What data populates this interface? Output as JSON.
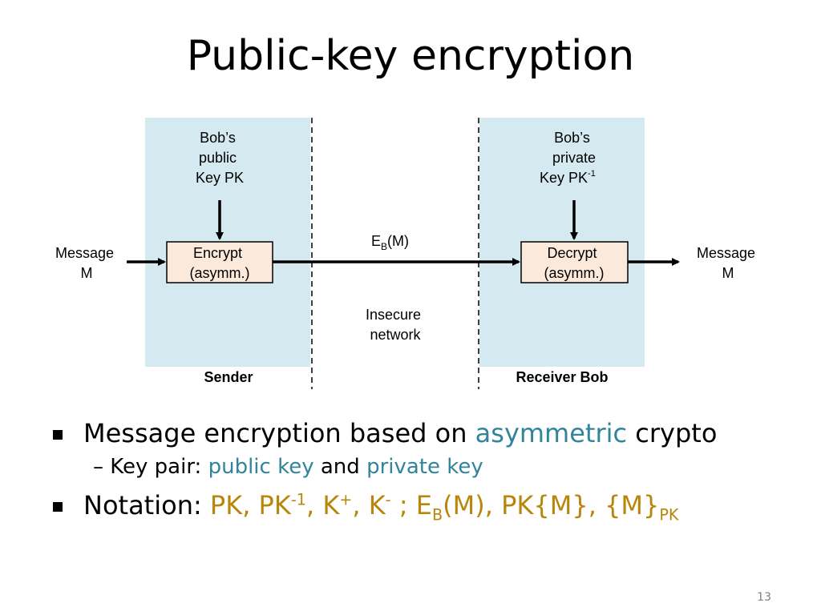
{
  "slide": {
    "title": "Public-key encryption",
    "page_number": "13"
  },
  "diagram": {
    "sender_key": [
      "Bob’s",
      "public",
      "Key PK"
    ],
    "receiver_key_lines": [
      "Bob’s",
      "private"
    ],
    "receiver_key_last": "Key PK",
    "receiver_key_sup": "-1",
    "message_left": [
      "Message",
      "M"
    ],
    "message_right": [
      "Message",
      "M"
    ],
    "encrypt_box": [
      "Encrypt",
      "(asymm.)"
    ],
    "decrypt_box": [
      "Decrypt",
      "(asymm.)"
    ],
    "channel_label_base": "E",
    "channel_label_sub": "B",
    "channel_label_rest": "(M)",
    "network_label": [
      "Insecure",
      "network"
    ],
    "sender_label": "Sender",
    "receiver_label": "Receiver Bob",
    "colors": {
      "panel": "#d5eaf0",
      "box": "#fbe9dc",
      "stroke": "#000000"
    }
  },
  "bullets": {
    "b1_text": "Message encryption based on ",
    "b1_highlight": "asymmetric",
    "b1_end": " crypto",
    "b2_dash": "–",
    "b2_text": "Key pair: ",
    "b2_hl1": "public key",
    "b2_mid": " and ",
    "b2_hl2": "private key",
    "b3_label": "Notation: ",
    "n_pk": "PK, PK",
    "n_pk_sup": "-1",
    "n_k": ", K",
    "n_k_sup": "+",
    "n_k2": ", K",
    "n_k2_sup": "-",
    "n_e": " ; E",
    "n_e_sub": "B",
    "n_rest": "(M), PK{M}, {M}",
    "n_pk_sub": "PK",
    "colors": {
      "blue": "#31849b",
      "gold": "#b8860b"
    }
  }
}
